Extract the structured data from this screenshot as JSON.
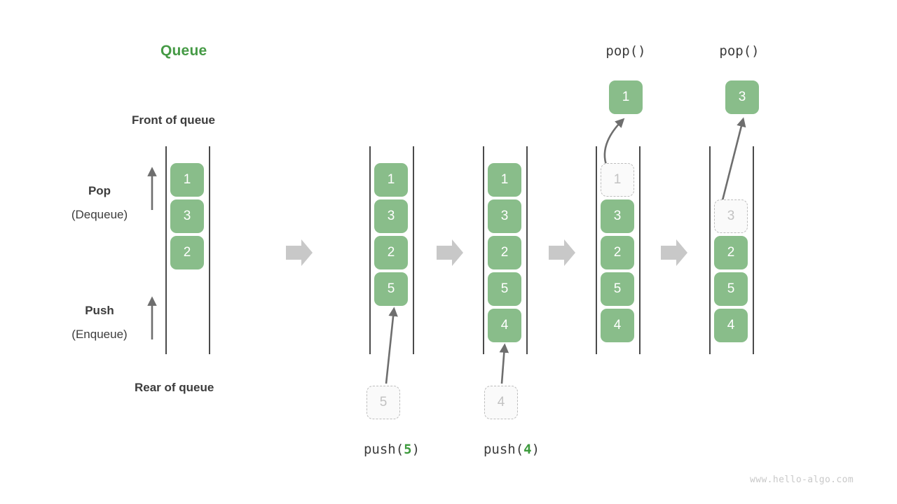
{
  "title": "Queue",
  "annotations": {
    "front": "Front of queue",
    "rear": "Rear of queue",
    "pop_bold": "Pop",
    "pop_paren": "(Dequeue)",
    "push_bold": "Push",
    "push_paren": "(Enqueue)"
  },
  "watermark": "www.hello-algo.com",
  "colors": {
    "box_green": "#89bd8a",
    "title_green": "#459a45",
    "accent_green": "#3c9a3c",
    "ghost_fill": "#fafafa",
    "ghost_border": "#bdbdbd",
    "ghost_text": "#c2c2c2",
    "track_line": "#4a4a4a",
    "arrow_gray": "#6e6e6e",
    "step_arrow_gray": "#c8c8c8",
    "text_dark": "#3c3c3c",
    "watermark_gray": "#c9c9c9"
  },
  "columns": [
    {
      "id": "initial",
      "caption": null,
      "caption_prefix": null,
      "caption_num": null,
      "caption_suffix": null,
      "header": null,
      "items": [
        {
          "value": "1",
          "state": "filled"
        },
        {
          "value": "3",
          "state": "filled"
        },
        {
          "value": "2",
          "state": "filled"
        }
      ],
      "ghost_below": null,
      "popped": null
    },
    {
      "id": "push-5",
      "caption_prefix": "push(",
      "caption_num": "5",
      "caption_suffix": ")",
      "header": null,
      "items": [
        {
          "value": "1",
          "state": "filled"
        },
        {
          "value": "3",
          "state": "filled"
        },
        {
          "value": "2",
          "state": "filled"
        },
        {
          "value": "5",
          "state": "filled"
        }
      ],
      "ghost_below": "5",
      "popped": null
    },
    {
      "id": "push-4",
      "caption_prefix": "push(",
      "caption_num": "4",
      "caption_suffix": ")",
      "header": null,
      "items": [
        {
          "value": "1",
          "state": "filled"
        },
        {
          "value": "3",
          "state": "filled"
        },
        {
          "value": "2",
          "state": "filled"
        },
        {
          "value": "5",
          "state": "filled"
        },
        {
          "value": "4",
          "state": "filled"
        }
      ],
      "ghost_below": "4",
      "popped": null
    },
    {
      "id": "pop-1",
      "caption_prefix": null,
      "caption_num": null,
      "caption_suffix": null,
      "header": "pop()",
      "items": [
        {
          "value": "1",
          "state": "ghost"
        },
        {
          "value": "3",
          "state": "filled"
        },
        {
          "value": "2",
          "state": "filled"
        },
        {
          "value": "5",
          "state": "filled"
        },
        {
          "value": "4",
          "state": "filled"
        }
      ],
      "ghost_below": null,
      "popped": "1"
    },
    {
      "id": "pop-3",
      "caption_prefix": null,
      "caption_num": null,
      "caption_suffix": null,
      "header": "pop()",
      "items": [
        {
          "value": "",
          "state": "empty"
        },
        {
          "value": "3",
          "state": "ghost"
        },
        {
          "value": "2",
          "state": "filled"
        },
        {
          "value": "5",
          "state": "filled"
        },
        {
          "value": "4",
          "state": "filled"
        }
      ],
      "ghost_below": null,
      "popped": "3"
    }
  ],
  "step_arrows": 4
}
